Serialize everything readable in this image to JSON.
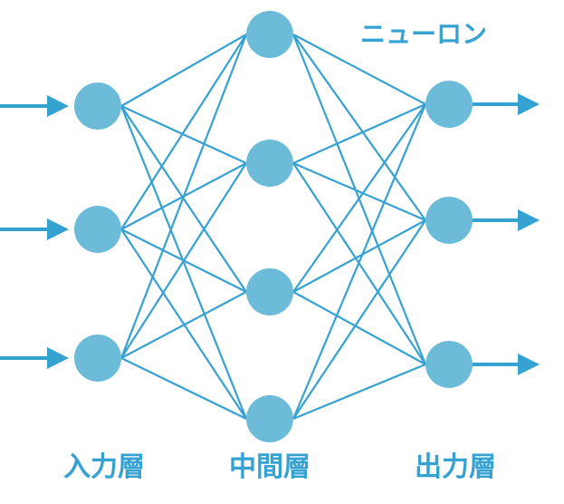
{
  "title_label": "ニューロン",
  "layers": [
    {
      "label": "入力層",
      "nodes": 3
    },
    {
      "label": "中間層",
      "nodes": 4
    },
    {
      "label": "出力層",
      "nodes": 3
    }
  ],
  "colors": {
    "line": "#35a2d2",
    "node": "#6cbcd9",
    "text": "#35a2d2"
  }
}
